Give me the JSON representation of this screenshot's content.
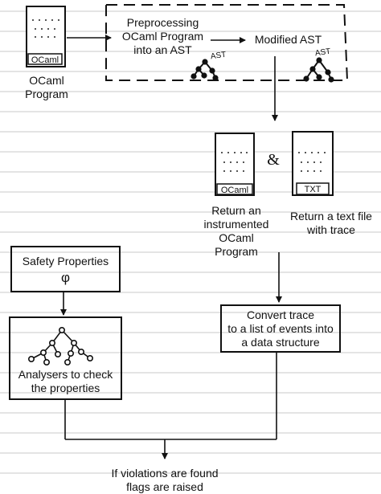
{
  "nodes": {
    "ocaml_program": {
      "file_tag": "OCaml",
      "label": "OCaml\nProgram"
    },
    "preprocess": {
      "label": "Preprocessing\nOCaml Program\ninto an AST",
      "ast_tag": "AST"
    },
    "modified_ast": {
      "label": "Modified AST",
      "ast_tag": "AST"
    },
    "ampersand": "&",
    "instrumented": {
      "file_tag": "OCaml",
      "label": "Return an\ninstrumented\nOCaml Program"
    },
    "text_file": {
      "file_tag": "TXT",
      "label": "Return a text file\nwith trace"
    },
    "safety": {
      "label": "Safety Properties",
      "symbol": "φ"
    },
    "analysers": {
      "label": "Analysers to check\nthe properties"
    },
    "convert": {
      "label": "Convert trace\nto a list of events into\na data structure"
    },
    "result": {
      "label": "If violations are found\nflags are raised"
    }
  }
}
